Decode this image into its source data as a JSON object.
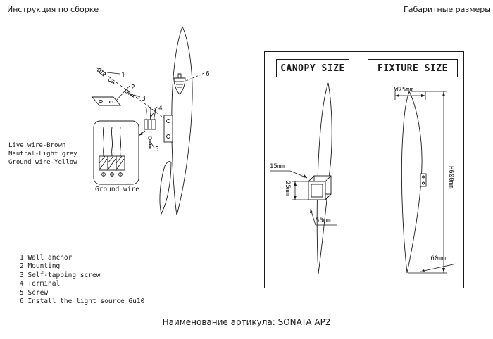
{
  "page": {
    "title_left": "Инструкция по сборке",
    "title_right": "Габаритные размеры",
    "footer": "Наименование артикула: SONATA AP2"
  },
  "assembly": {
    "wire_labels": [
      "Live wire-Brown",
      "Neutral-Light grey",
      "Ground wire-Yellow"
    ],
    "ground_wire_caption": "Ground wire",
    "callouts": [
      "1",
      "2",
      "3",
      "4",
      "5",
      "6"
    ],
    "parts_list": [
      "1 Wall anchor",
      "2 Mounting",
      "3 Self-tapping screw",
      "4 Terminal",
      "5 Screw",
      "6 Install the light source Gu10"
    ]
  },
  "dimensions": {
    "canopy": {
      "header": "CANOPY SIZE",
      "width_label": "15mm",
      "height_label": "25mm",
      "depth_label": "50mm"
    },
    "fixture": {
      "header": "FIXTURE SIZE",
      "width_label": "W75mm",
      "height_label": "H600mm",
      "length_label": "L60mm"
    }
  }
}
